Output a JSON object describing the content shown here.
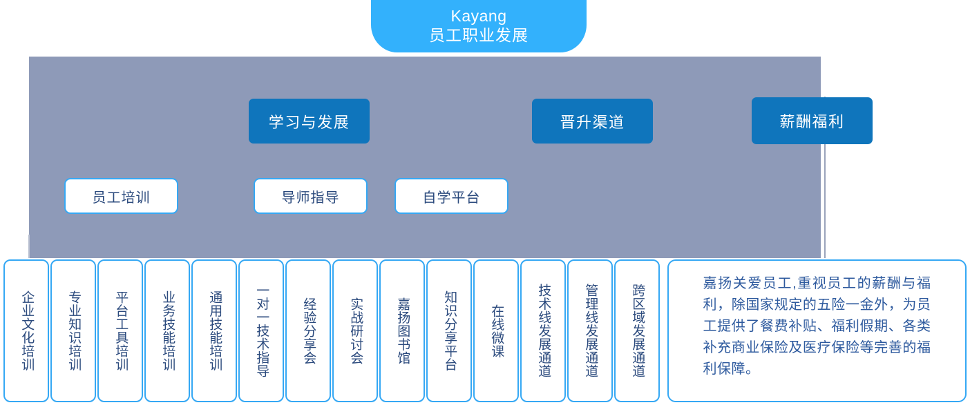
{
  "diagram": {
    "title_banner": {
      "line1": "Kayang",
      "line2": "员工职业发展",
      "bg_color": "#33b1fc",
      "text_color": "#ffffff"
    },
    "backdrop_color": "#8e9ab8",
    "accent_color": "#0f75bc",
    "outline_color": "#35a8f4",
    "label_color": "#2b4a7d",
    "categories": [
      {
        "label": "学习与发展"
      },
      {
        "label": "晋升渠道"
      },
      {
        "label": "薪酬福利"
      }
    ],
    "subcategories": [
      {
        "label": "员工培训"
      },
      {
        "label": "导师指导"
      },
      {
        "label": "自学平台"
      }
    ],
    "leaf_items": [
      {
        "label": "企业文化培训"
      },
      {
        "label": "专业知识培训"
      },
      {
        "label": "平台工具培训"
      },
      {
        "label": "业务技能培训"
      },
      {
        "label": "通用技能培训"
      },
      {
        "label": "一对一技术指导"
      },
      {
        "label": "经验分享会"
      },
      {
        "label": "实战研讨会"
      },
      {
        "label": "嘉扬图书馆"
      },
      {
        "label": "知识分享平台"
      },
      {
        "label": "在线微课"
      },
      {
        "label": "技术线发展通道"
      },
      {
        "label": "管理线发展通道"
      },
      {
        "label": "跨区域发展通道"
      }
    ],
    "note": {
      "text": "嘉扬关爱员工,重视员工的薪酬与福利，除国家规定的五险一金外，为员工提供了餐费补贴、福利假期、各类补充商业保险及医疗保险等完善的福利保障。"
    }
  }
}
